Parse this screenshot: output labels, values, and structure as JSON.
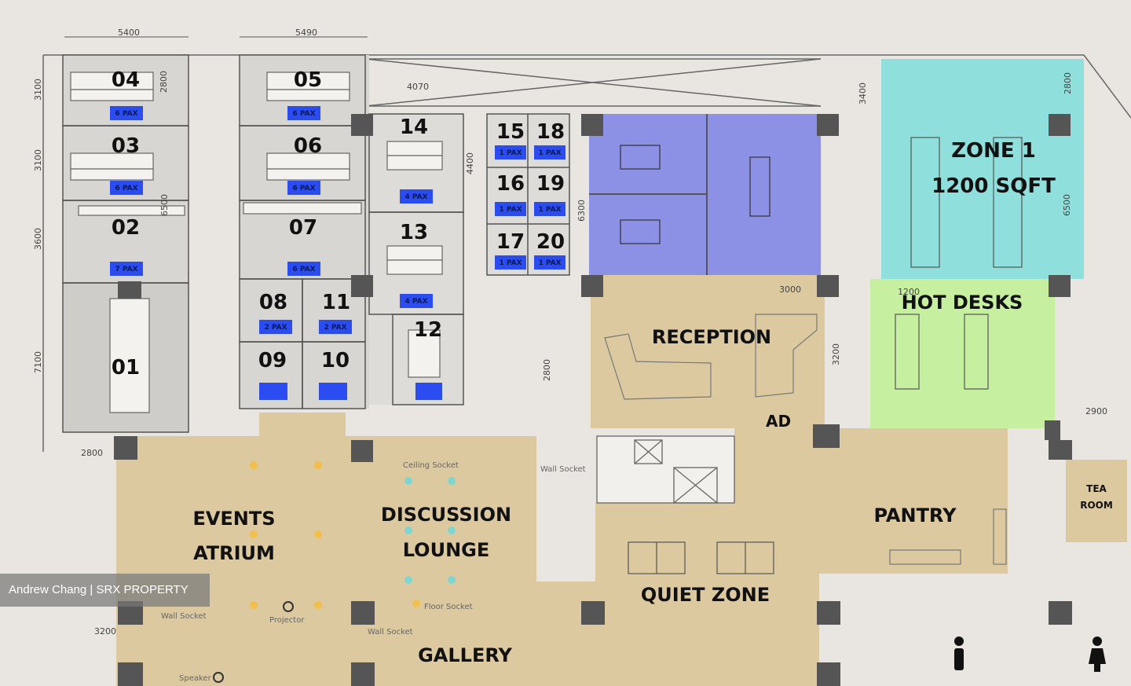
{
  "zones": {
    "events_atrium_line1": "EVENTS",
    "events_atrium_line2": "ATRIUM",
    "discussion_line1": "DISCUSSION",
    "discussion_line2": "LOUNGE",
    "gallery": "GALLERY",
    "quiet_zone": "QUIET ZONE",
    "pantry": "PANTRY",
    "tea_room_line1": "TEA",
    "tea_room_line2": "ROOM",
    "reception": "RECEPTION",
    "hot_desks": "HOT DESKS",
    "zone1_line1": "ZONE 1",
    "zone1_line2": "1200 SQFT"
  },
  "offices": [
    {
      "id": "04",
      "pax": "6 PAX"
    },
    {
      "id": "03",
      "pax": "6 PAX"
    },
    {
      "id": "02",
      "pax": "7 PAX"
    },
    {
      "id": "01",
      "pax": ""
    },
    {
      "id": "05",
      "pax": "6 PAX"
    },
    {
      "id": "06",
      "pax": "6 PAX"
    },
    {
      "id": "07",
      "pax": "6 PAX"
    },
    {
      "id": "08",
      "pax": "2 PAX"
    },
    {
      "id": "11",
      "pax": "2 PAX"
    },
    {
      "id": "09",
      "pax": ""
    },
    {
      "id": "10",
      "pax": ""
    },
    {
      "id": "14",
      "pax": "4 PAX"
    },
    {
      "id": "13",
      "pax": "4 PAX"
    },
    {
      "id": "12",
      "pax": ""
    },
    {
      "id": "15",
      "pax": "1 PAX"
    },
    {
      "id": "18",
      "pax": "1 PAX"
    },
    {
      "id": "16",
      "pax": "1 PAX"
    },
    {
      "id": "19",
      "pax": "1 PAX"
    },
    {
      "id": "17",
      "pax": "1 PAX"
    },
    {
      "id": "20",
      "pax": "1 PAX"
    }
  ],
  "dimensions": [
    "5400",
    "5490",
    "4070",
    "3100",
    "2800",
    "3100",
    "3600",
    "6500",
    "7100",
    "4400",
    "6300",
    "3400",
    "2800",
    "6500",
    "3000",
    "3200",
    "2900",
    "3200",
    "2800",
    "2800",
    "1200"
  ],
  "annotations": {
    "ceiling_socket": "Ceiling Socket",
    "floor_socket": "Floor Socket",
    "wall_socket": "Wall Socket",
    "wall_socket_2": "Wall Socket",
    "wall_socket_3": "Wall Socket",
    "projector": "Projector",
    "speaker": "Speaker",
    "ad": "AD"
  },
  "watermark": "Andrew Chang | SRX PROPERTY",
  "colors": {
    "background": "#e9e6e1",
    "tan": "#dcc9a0",
    "blue_meeting": "#8c91e6",
    "teal_zone": "#8fe0dc",
    "green_hotdesk": "#c6f0a0",
    "pax_badge": "#2b4cf0",
    "wall": "#555555"
  },
  "icons": [
    "toilet-male-icon",
    "toilet-female-icon",
    "socket-icon",
    "projector-icon",
    "speaker-icon"
  ]
}
